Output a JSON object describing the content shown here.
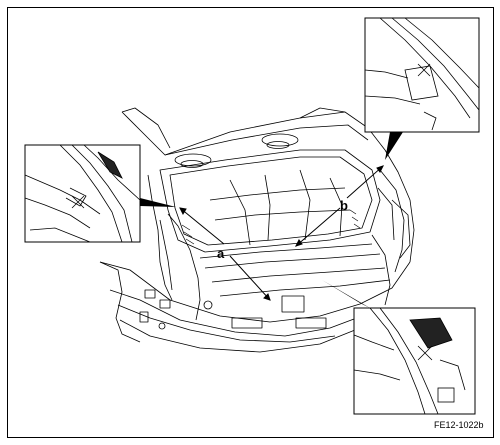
{
  "figure": {
    "labels": {
      "a": "a",
      "b": "b"
    },
    "reference_code": "FE12-1022b"
  }
}
